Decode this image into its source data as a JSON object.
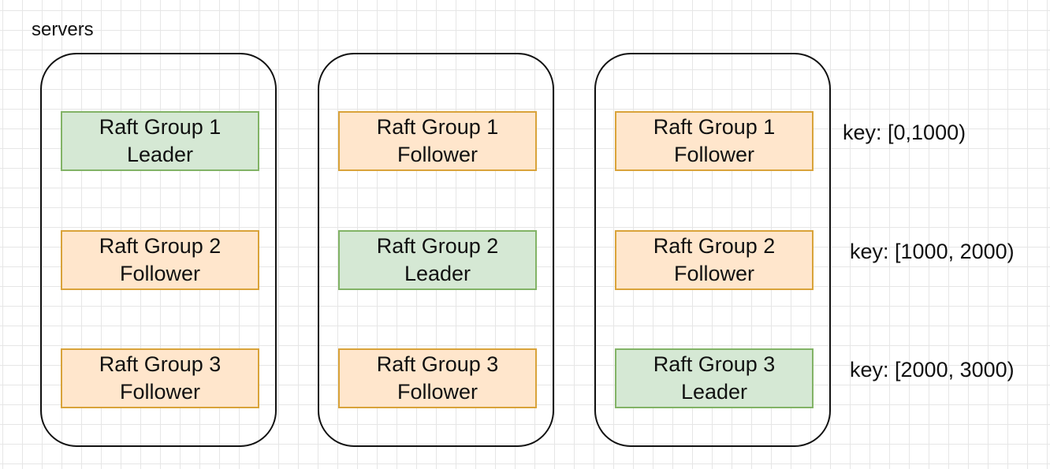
{
  "title": "servers",
  "colors": {
    "leader_fill": "#d5e8d4",
    "leader_stroke": "#82b366",
    "follower_fill": "#ffe6cc",
    "follower_stroke": "#d9a33a",
    "server_stroke": "#111111",
    "grid": "#e6e6e6"
  },
  "servers": [
    {
      "nodes": [
        {
          "group": "Raft Group 1",
          "role": "Leader"
        },
        {
          "group": "Raft Group 2",
          "role": "Follower"
        },
        {
          "group": "Raft Group 3",
          "role": "Follower"
        }
      ]
    },
    {
      "nodes": [
        {
          "group": "Raft Group 1",
          "role": "Follower"
        },
        {
          "group": "Raft Group 2",
          "role": "Leader"
        },
        {
          "group": "Raft Group 3",
          "role": "Follower"
        }
      ]
    },
    {
      "nodes": [
        {
          "group": "Raft Group 1",
          "role": "Follower"
        },
        {
          "group": "Raft Group 2",
          "role": "Follower"
        },
        {
          "group": "Raft Group 3",
          "role": "Leader"
        }
      ]
    }
  ],
  "key_ranges": [
    "key: [0,1000)",
    "key: [1000, 2000)",
    "key: [2000, 3000)"
  ]
}
